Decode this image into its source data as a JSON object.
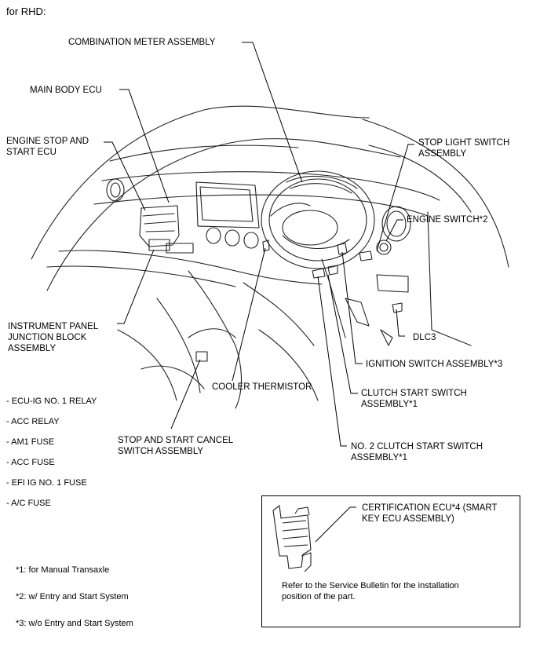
{
  "header": {
    "title": "for RHD:"
  },
  "labels": {
    "combination_meter": "COMBINATION METER ASSEMBLY",
    "main_body_ecu": "MAIN BODY ECU",
    "engine_stop_start_ecu": "ENGINE STOP AND\nSTART ECU",
    "stop_light_switch": "STOP LIGHT SWITCH\nASSEMBLY",
    "engine_switch": "ENGINE SWITCH*2",
    "instrument_panel_jb": "INSTRUMENT PANEL\nJUNCTION BLOCK\nASSEMBLY",
    "dlc3": "DLC3",
    "ignition_switch": "IGNITION SWITCH ASSEMBLY*3",
    "cooler_thermistor": "COOLER THERMISTOR",
    "clutch_start_switch": "CLUTCH START SWITCH\nASSEMBLY*1",
    "stop_start_cancel": "STOP AND START CANCEL\nSWITCH ASSEMBLY",
    "no2_clutch_start": "NO. 2 CLUTCH START SWITCH\nASSEMBLY*1"
  },
  "jb_components": [
    "- ECU-IG NO. 1 RELAY",
    "- ACC RELAY",
    "- AM1 FUSE",
    "- ACC FUSE",
    "- EFI IG NO. 1 FUSE",
    "- A/C FUSE"
  ],
  "certification_box": {
    "label": "CERTIFICATION ECU*4 (SMART\nKEY ECU ASSEMBLY)",
    "note": "Refer to the Service Bulletin for the installation\nposition of the part."
  },
  "footnotes": [
    "*1: for Manual Transaxle",
    "*2: w/ Entry and Start System",
    "*3: w/o Entry and Start System"
  ]
}
